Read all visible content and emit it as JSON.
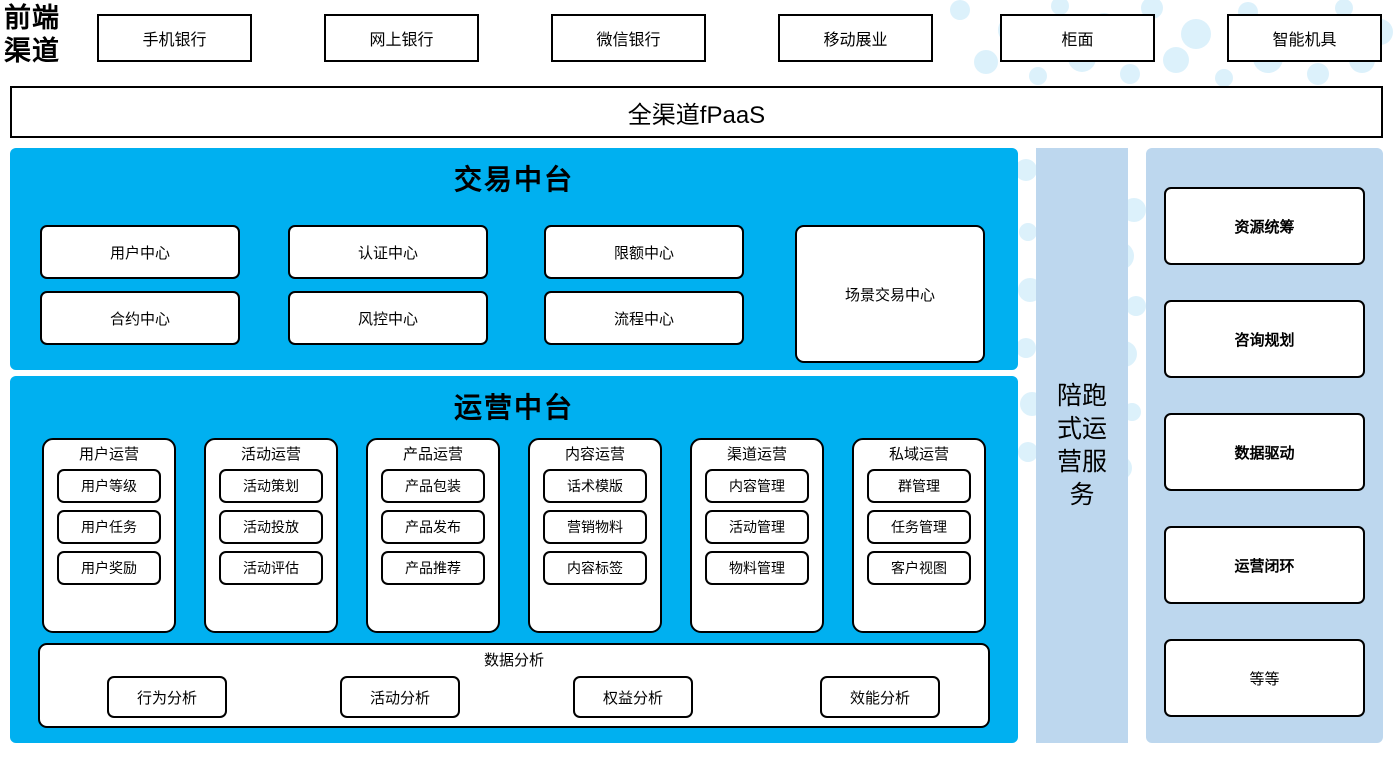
{
  "colors": {
    "cyan_panel": "#00B0F0",
    "light_blue_panel": "#BDD7EE",
    "bubble": "#DCF1FB",
    "border": "#000000",
    "card_bg": "#FFFFFF"
  },
  "channels": {
    "label": "前端渠道",
    "items": [
      {
        "label": "手机银行"
      },
      {
        "label": "网上银行"
      },
      {
        "label": "微信银行"
      },
      {
        "label": "移动展业"
      },
      {
        "label": "柜面"
      },
      {
        "label": "智能机具"
      }
    ]
  },
  "platform_bar": {
    "label": "全渠道fPaaS"
  },
  "trade_center": {
    "title": "交易中台",
    "cards": [
      {
        "label": "用户中心"
      },
      {
        "label": "认证中心"
      },
      {
        "label": "限额中心"
      },
      {
        "label": "合约中心"
      },
      {
        "label": "风控中心"
      },
      {
        "label": "流程中心"
      }
    ],
    "scene_card": {
      "label": "场景交易中心"
    }
  },
  "ops_center": {
    "title": "运营中台",
    "columns": [
      {
        "title": "用户运营",
        "items": [
          "用户等级",
          "用户任务",
          "用户奖励"
        ]
      },
      {
        "title": "活动运营",
        "items": [
          "活动策划",
          "活动投放",
          "活动评估"
        ]
      },
      {
        "title": "产品运营",
        "items": [
          "产品包装",
          "产品发布",
          "产品推荐"
        ]
      },
      {
        "title": "内容运营",
        "items": [
          "话术模版",
          "营销物料",
          "内容标签"
        ]
      },
      {
        "title": "渠道运营",
        "items": [
          "内容管理",
          "活动管理",
          "物料管理"
        ]
      },
      {
        "title": "私域运营",
        "items": [
          "群管理",
          "任务管理",
          "客户视图"
        ]
      }
    ],
    "data_analysis": {
      "title": "数据分析",
      "items": [
        "行为分析",
        "活动分析",
        "权益分析",
        "效能分析"
      ]
    }
  },
  "service_column": {
    "label": "陪跑式运营服务"
  },
  "value_column": {
    "cards": [
      {
        "label": "资源统筹",
        "bold": true
      },
      {
        "label": "咨询规划",
        "bold": true
      },
      {
        "label": "数据驱动",
        "bold": true
      },
      {
        "label": "运营闭环",
        "bold": true
      },
      {
        "label": "等等",
        "bold": false
      }
    ]
  }
}
